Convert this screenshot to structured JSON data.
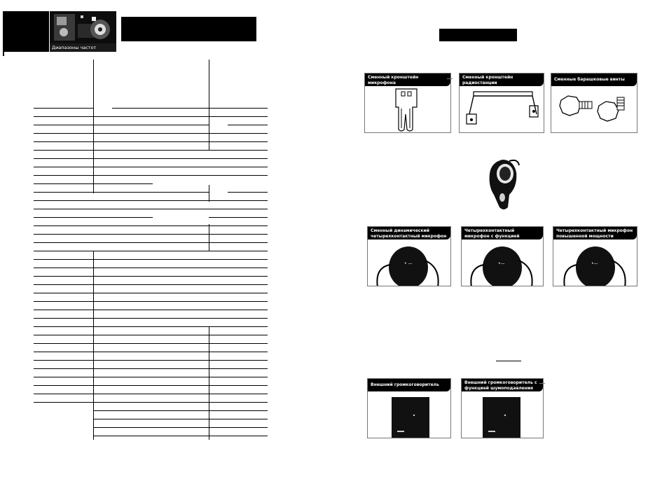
{
  "left_page": {
    "header_caption": "Диапазоны частот"
  },
  "right_page": {
    "accessories": [
      {
        "label": "Сменный кронштейн микрофона"
      },
      {
        "label": "Сменный кронштейн радиостанции"
      },
      {
        "label": "Сменные барашковые винты"
      }
    ],
    "microphones": [
      {
        "label": "Сменный динамический четырехконтактный микрофон"
      },
      {
        "label": "Четырехконтактный микрофон с функцией подавления шумов"
      },
      {
        "label": "Четырехконтактный микрофон повышенной мощности"
      }
    ],
    "speakers": [
      {
        "label": "Внешний громкоговоритель"
      },
      {
        "label": "Внешний громкоговоритель с функцией шумоподавления"
      }
    ]
  },
  "colors": {
    "ink": "#000000",
    "paper": "#ffffff",
    "frame": "#777777"
  }
}
